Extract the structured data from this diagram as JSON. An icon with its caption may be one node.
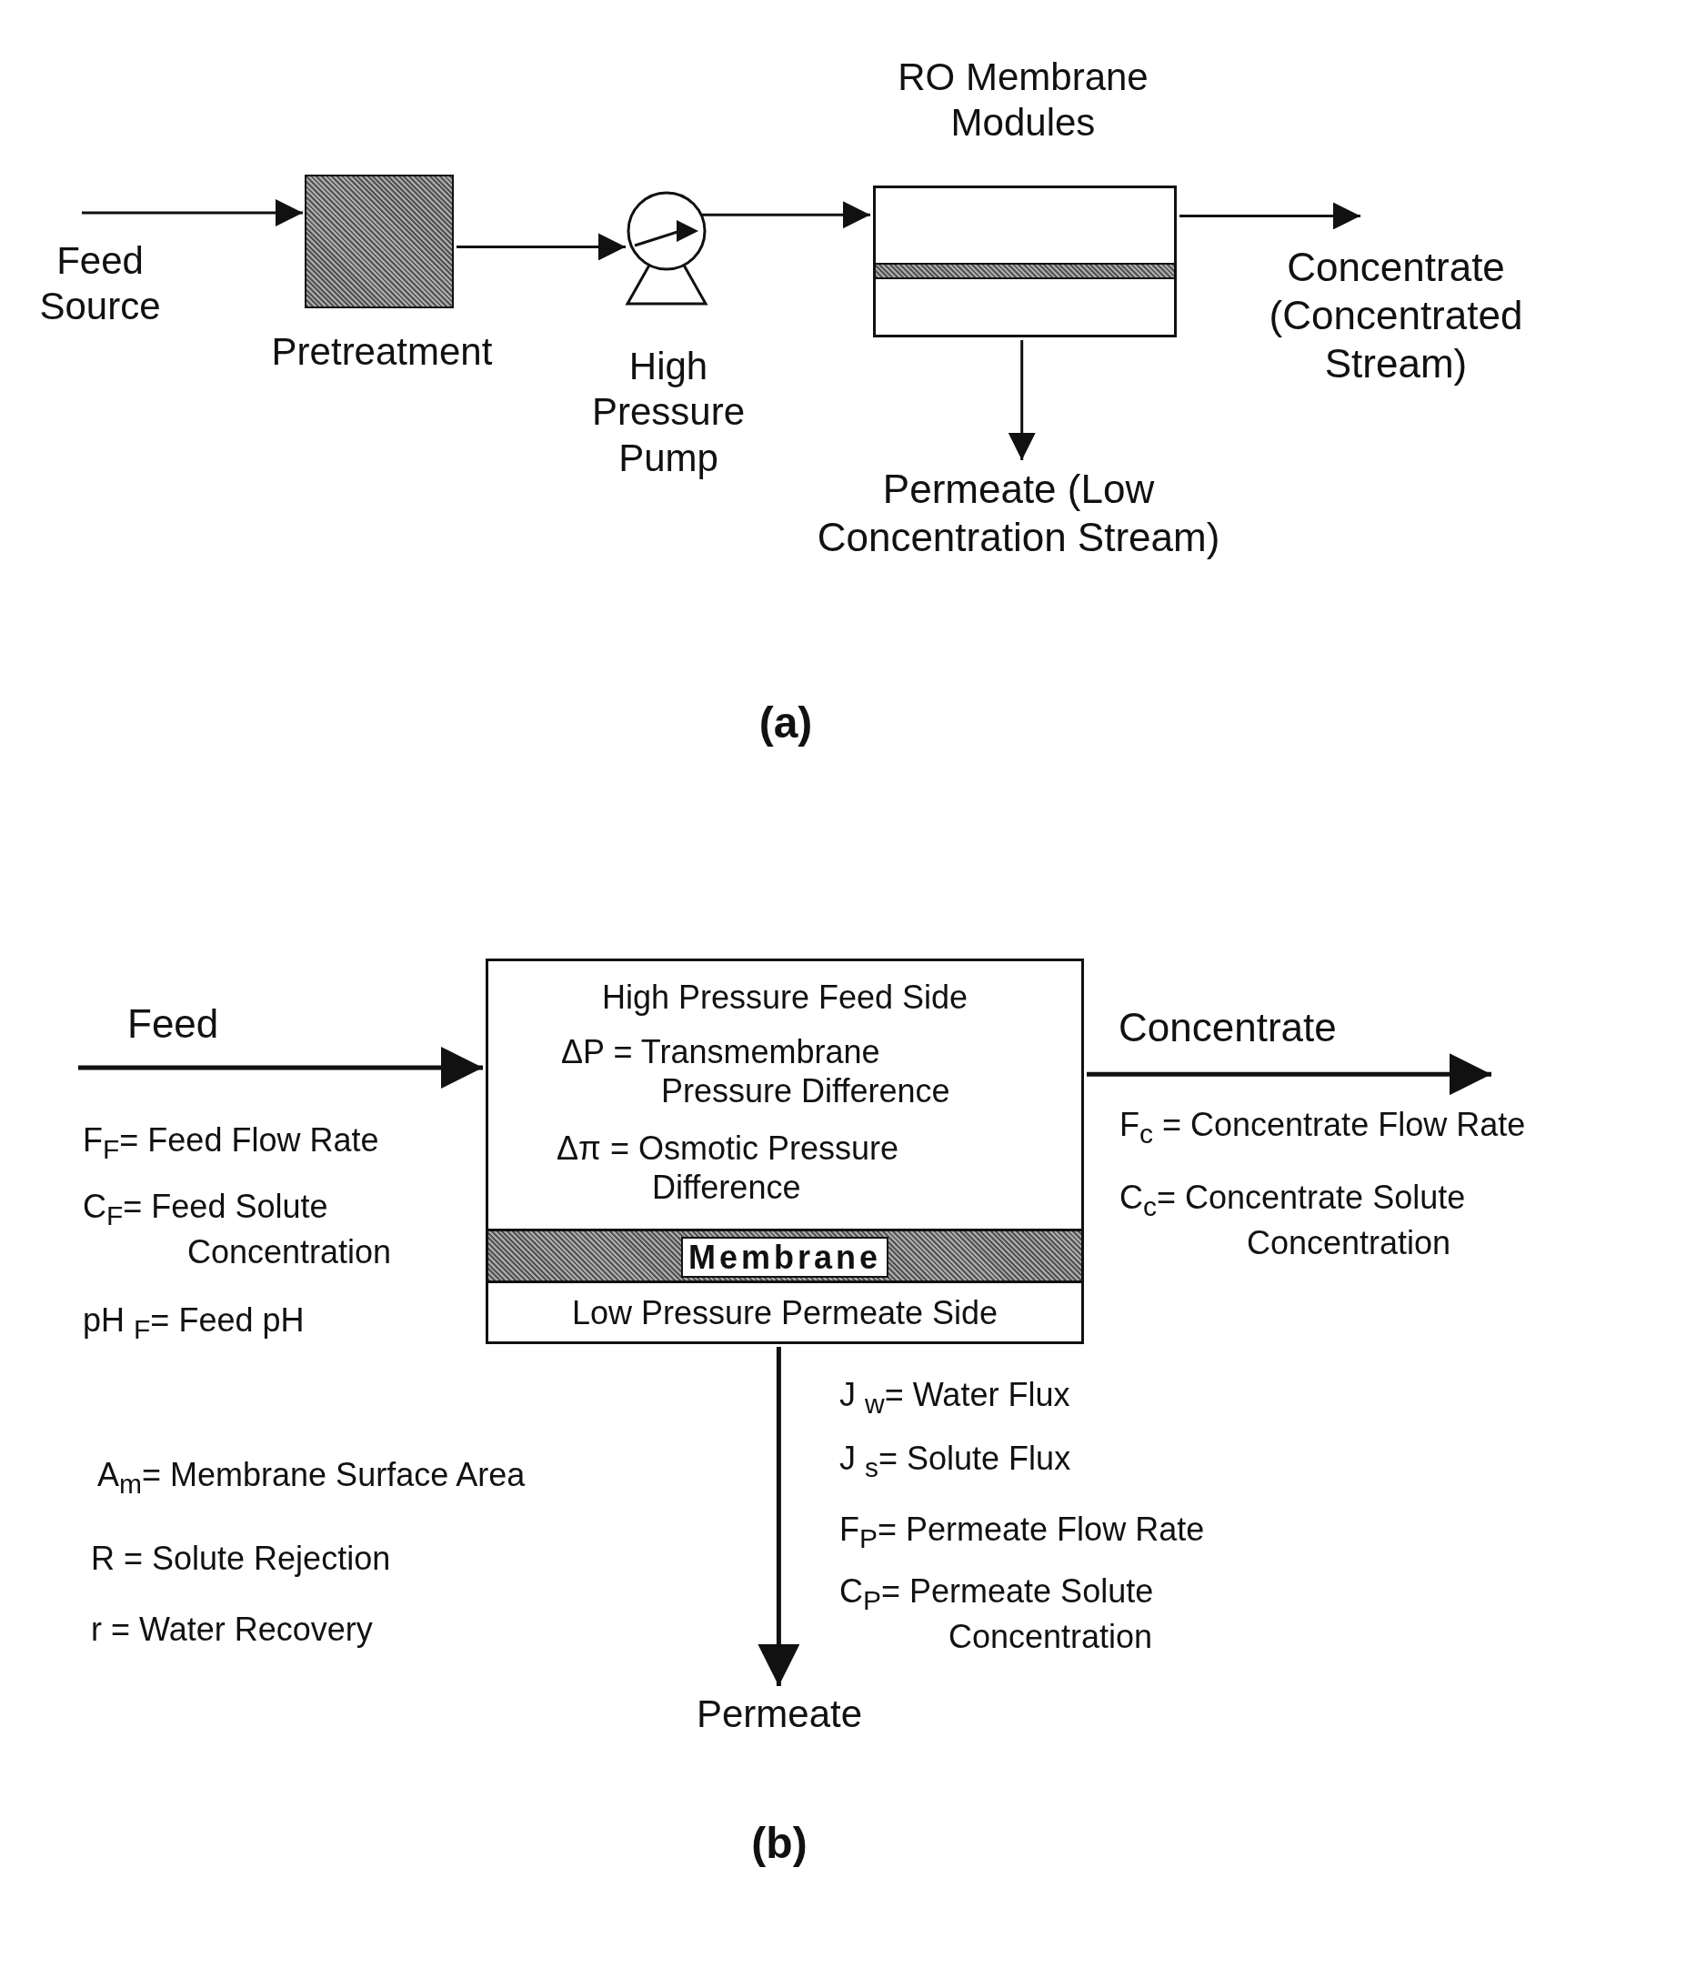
{
  "diagram": {
    "nodes": [
      {
        "text": [
          "Feed Source"
        ]
      },
      {
        "text": [
          "Pretreatment"
        ]
      },
      {
        "text": [
          "High Pressure Pump"
        ]
      },
      {
        "text": [
          "RO Membrane Modules"
        ]
      },
      {
        "text": [
          "Concentrate (Concentrated Stream)"
        ]
      },
      {
        "text": [
          "Permeate (Low Concentration Stream)"
        ]
      },
      {
        "text": [
          "High Pressure Feed Side",
          "ΔP = Transmembrane Pressure Difference",
          "Δπ = Osmotic Pressure Difference",
          "Low Pressure Permeate Side"
        ]
      },
      {
        "text": [
          "Membrane"
        ],
        "in": 6
      },
      {
        "text": [
          "Permeate"
        ]
      }
    ],
    "edges": [
      {
        "from": 0,
        "to": 1,
        "arrow": "to"
      },
      {
        "from": 1,
        "to": 2,
        "arrow": "to"
      },
      {
        "from": 2,
        "to": 3,
        "arrow": "to"
      },
      {
        "from": 3,
        "to": 4,
        "arrow": "to"
      },
      {
        "from": 3,
        "to": 5,
        "arrow": "to"
      },
      {
        "from": null,
        "to": 6,
        "arrow": "to",
        "label": "Feed"
      },
      {
        "from": 6,
        "to": null,
        "arrow": "to",
        "label": "Concentrate"
      },
      {
        "from": 6,
        "to": 8,
        "arrow": "to"
      }
    ],
    "labels": [
      "(a)",
      "F$_{F}$= Feed Flow Rate",
      "C$_{F}$= Feed Solute Concentration",
      "pH $_{F}$= Feed pH",
      "F$_{c}$ = Concentrate Flow Rate",
      "C$_{c}$= Concentrate Solute Concentration",
      "J $_{w}$= Water Flux",
      "J $_{s}$= Solute Flux",
      "F$_{P}$= Permeate Flow Rate",
      "C$_{P}$= Permeate Solute Concentration",
      "A$_{m}$= Membrane Surface Area",
      "R = Solute Rejection",
      "r = Water Recovery",
      "(b)"
    ]
  }
}
